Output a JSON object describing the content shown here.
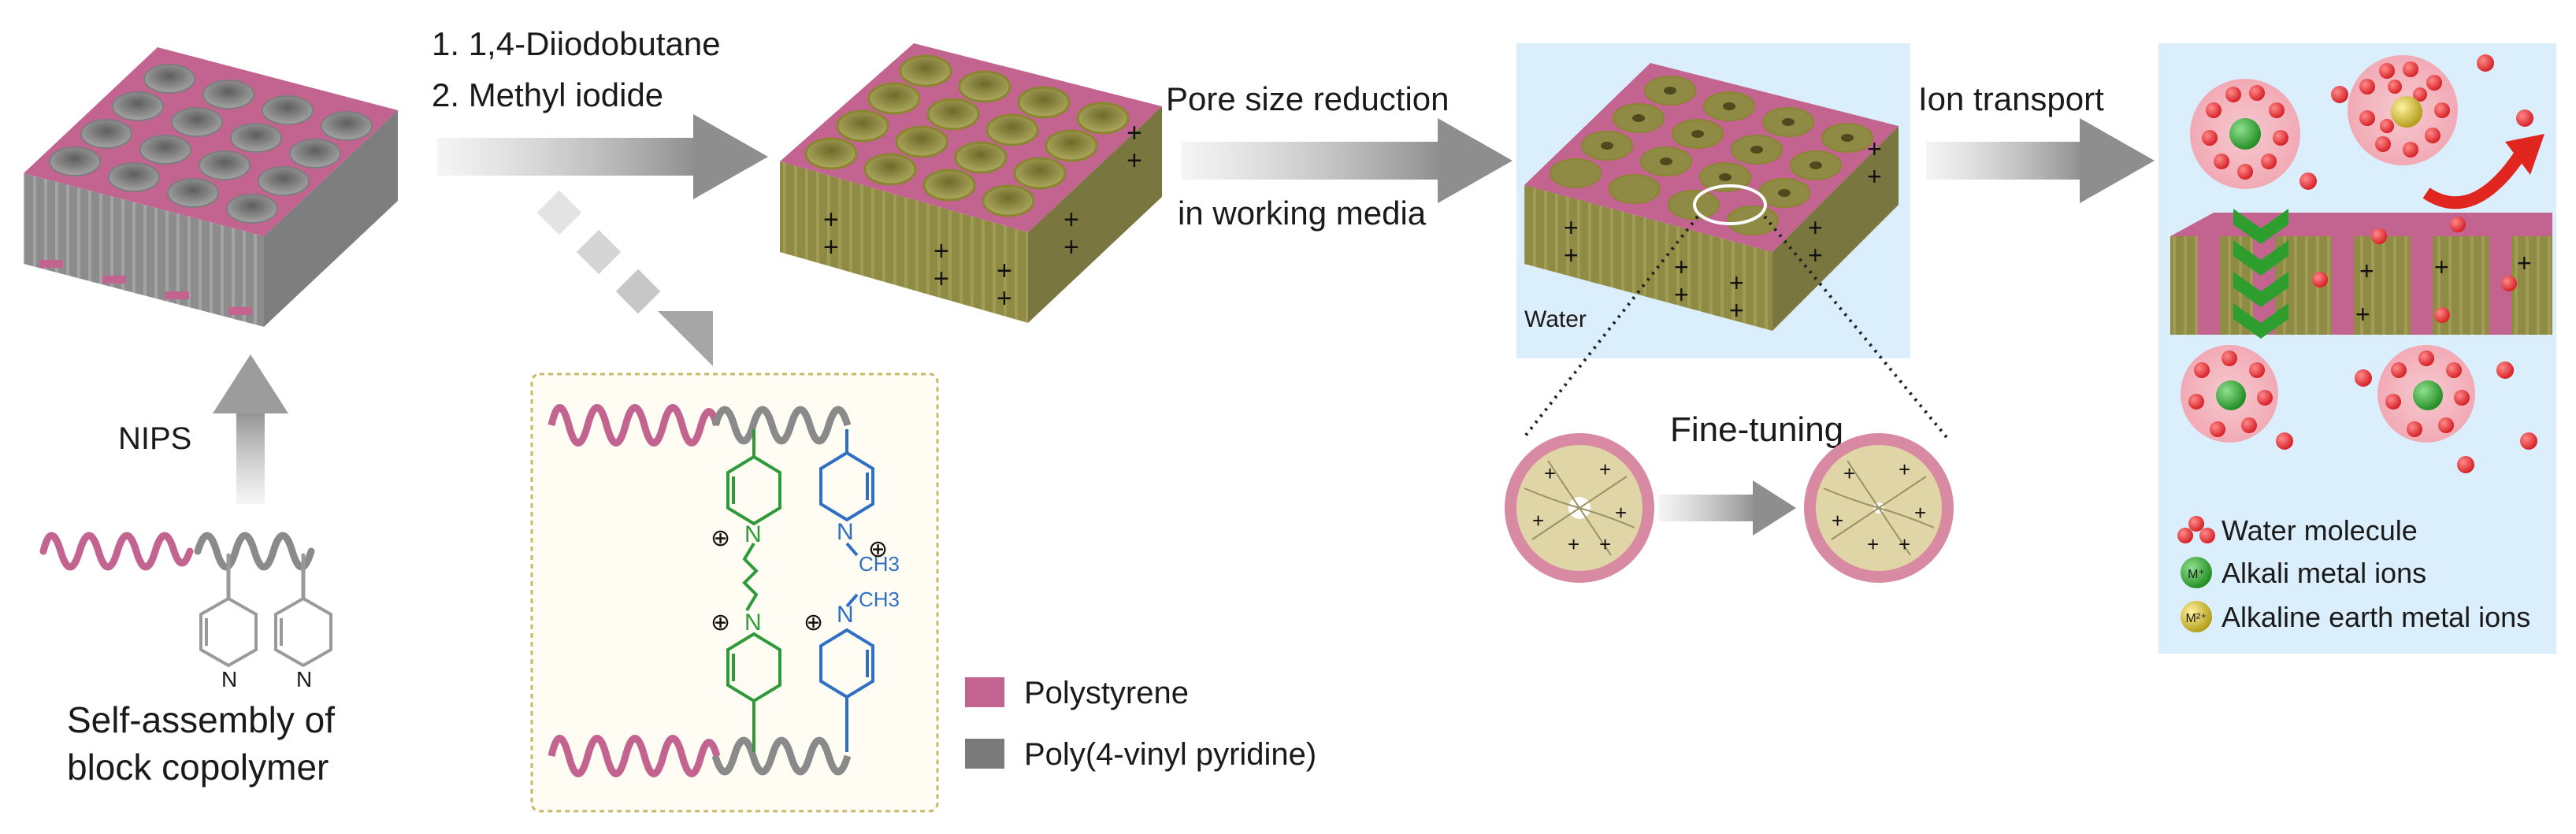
{
  "steps": {
    "step1": "1. 1,4-Diiodobutane",
    "step2": "2. Methyl iodide",
    "pore_reduction_line1": "Pore size reduction",
    "pore_reduction_line2": "in working media",
    "ion_transport": "Ion transport",
    "nips": "NIPS",
    "fine_tuning": "Fine-tuning",
    "water": "Water"
  },
  "caption": {
    "line1": "Self-assembly of",
    "line2": "block copolymer"
  },
  "chemistry": {
    "nitrogen": "N",
    "plus": "⊕",
    "methyl": "CH3"
  },
  "legend_polymer": [
    {
      "label": "Polystyrene",
      "color": "#c2648f"
    },
    {
      "label": "Poly(4-vinyl pyridine)",
      "color": "#7a7a7a"
    }
  ],
  "legend_ions": [
    {
      "label": "Water molecule",
      "icon": "water-molecule-icon"
    },
    {
      "label": "Alkali metal ions",
      "symbol": "M⁺",
      "icon": "alkali-ion-icon"
    },
    {
      "label": "Alkaline earth metal ions",
      "symbol": "M²⁺",
      "icon": "alkaline-earth-ion-icon"
    }
  ],
  "colors": {
    "polystyrene": "#c2648f",
    "p4vp": "#7a7a7a",
    "quaternized": "#8a8a3e",
    "arrow": "#9a9a9a",
    "panel_bg": "#dbeefb",
    "water": "#e8333a",
    "alkali": "#2e9e2e",
    "alkaline_earth": "#c9b324",
    "diiodo_chain": "#2f9a3a",
    "methyl_chain": "#2f6fc4",
    "red_arrow": "#e0261f"
  }
}
